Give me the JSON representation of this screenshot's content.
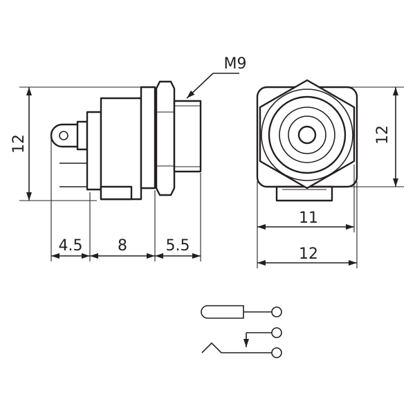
{
  "labels": {
    "thread": "M9",
    "side_height": "12",
    "front_height": "12",
    "depth_terminal": "4.5",
    "depth_body": "8",
    "depth_thread": "5.5",
    "front_inner_width": "11",
    "front_outer_width": "12"
  }
}
